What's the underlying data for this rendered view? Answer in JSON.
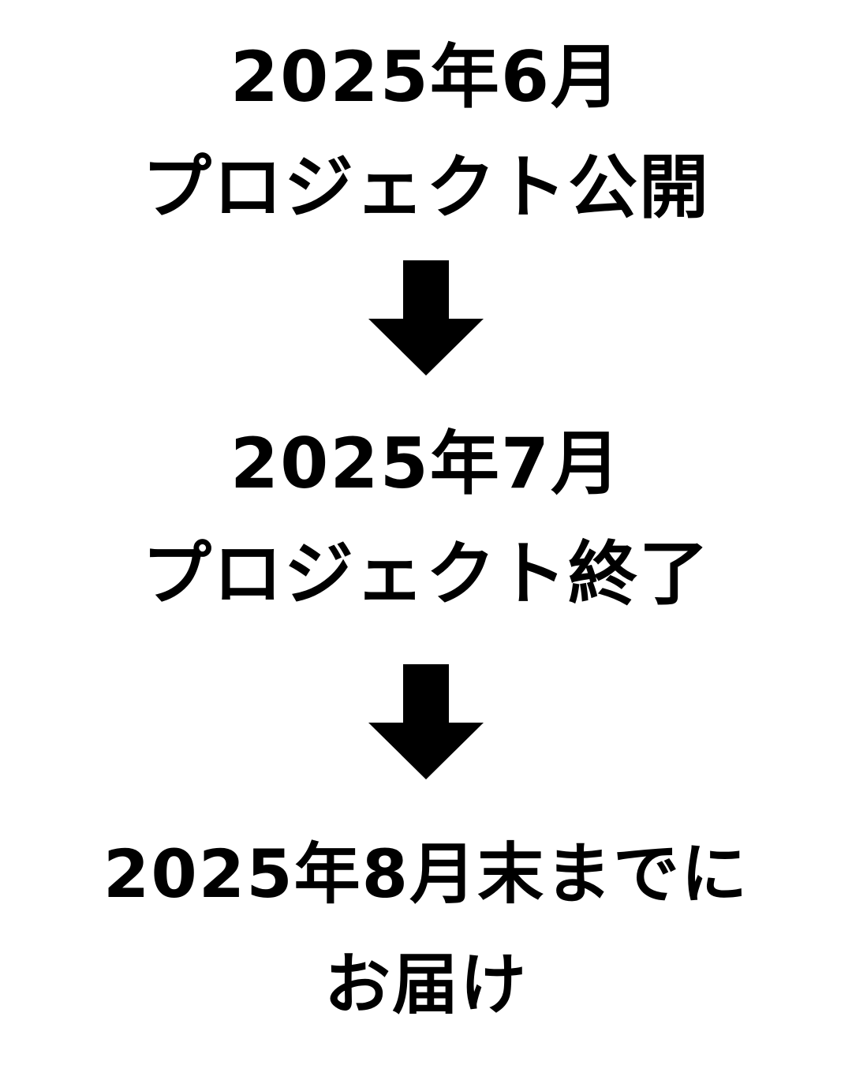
{
  "steps": [
    {
      "date": "2025年6月",
      "label": "プロジェクト公開"
    },
    {
      "date": "2025年7月",
      "label": "プロジェクト終了"
    },
    {
      "date": "2025年8月末までに",
      "label": "お届け"
    }
  ],
  "colors": {
    "background": "#ffffff",
    "text": "#000000",
    "arrow": "#000000"
  },
  "icons": [
    "arrow-down-icon",
    "arrow-down-icon"
  ]
}
